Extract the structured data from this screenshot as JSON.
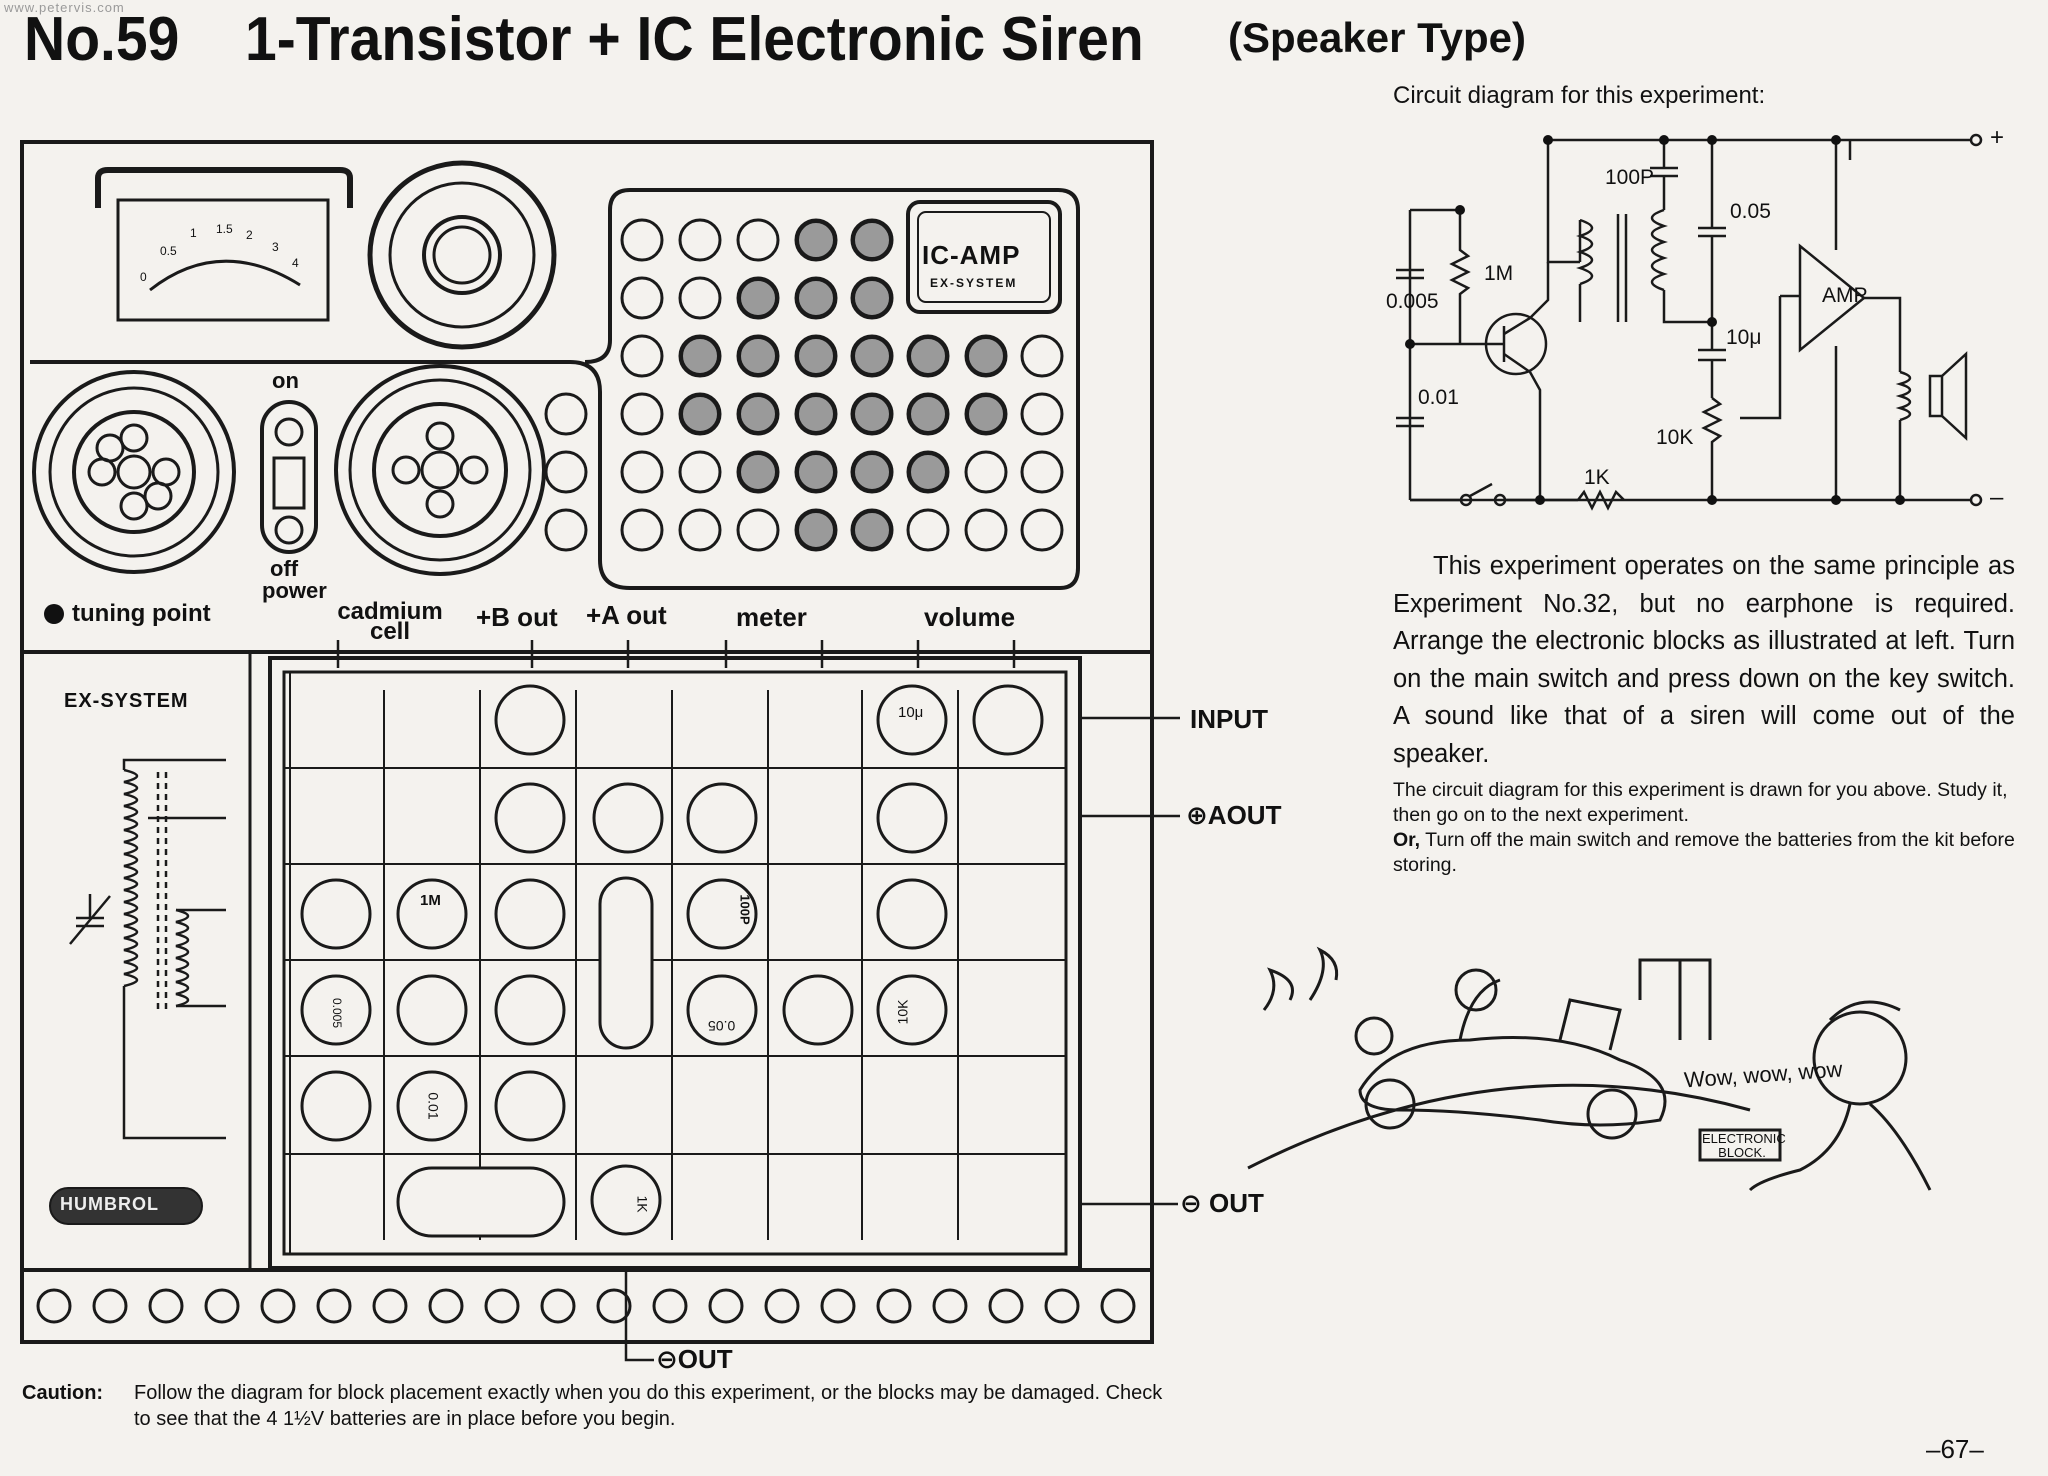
{
  "watermark": "www.petervis.com",
  "title": {
    "number": "No.59",
    "main": "1-Transistor + IC Electronic Siren",
    "subtitle": "(Speaker Type)"
  },
  "kit_panel": {
    "tuning_point_label": "tuning point",
    "switch_on_label": "on",
    "switch_off_label": "off",
    "power_label": "power",
    "ic_amp_badge": "IC-AMP",
    "ic_amp_system": "EX-SYSTEM",
    "terminal_labels": [
      "cadmium cell",
      "+B out",
      "+A out",
      "meter",
      "volume"
    ],
    "ex_system_label": "EX-SYSTEM",
    "brand_badge": "HUMBROL",
    "side_labels": {
      "input": "INPUT",
      "a_out": "AOUT",
      "minus_out": "OUT",
      "bottom_out": "OUT"
    },
    "meter_scale": [
      "0",
      "0.5",
      "1",
      "1.5",
      "2",
      "3",
      "4"
    ],
    "block_values": [
      "1M",
      "100P",
      "10μ",
      "0.005",
      "0.05",
      "10K",
      "0.01",
      "1K"
    ]
  },
  "circuit": {
    "caption": "Circuit diagram for this experiment:",
    "labels": {
      "c100p": "100P",
      "c005": "0.05",
      "r1m": "1M",
      "c0005": "0.005",
      "c001": "0.01",
      "c10u": "10μ",
      "r10k": "10K",
      "r1k": "1K",
      "amp": "AMP",
      "plus": "+",
      "minus": "–"
    }
  },
  "text": {
    "paragraph": "This experiment operates on the same principle as Experiment No.32, but no earphone is required. Arrange the electronic blocks as illustrated at left. Turn on the main switch and press down on the key switch. A sound like that of a siren will come out of the speaker.",
    "note_1": "The circuit diagram for this experiment is drawn for you above. Study it, then go on to the next experiment.",
    "note_2_bold": "Or,",
    "note_2": " Turn off the main switch and remove the batteries from the kit before storing.",
    "caution_label": "Caution:",
    "caution": "Follow the diagram for block placement exactly when you do this experiment, or the blocks may be damaged. Check to see that the 4 1½V batteries are in place before you begin.",
    "speech_bubble": "Wow, wow, wow",
    "sign_text": "ELECTRONIC BLOCK.",
    "page_number": "–67–"
  }
}
